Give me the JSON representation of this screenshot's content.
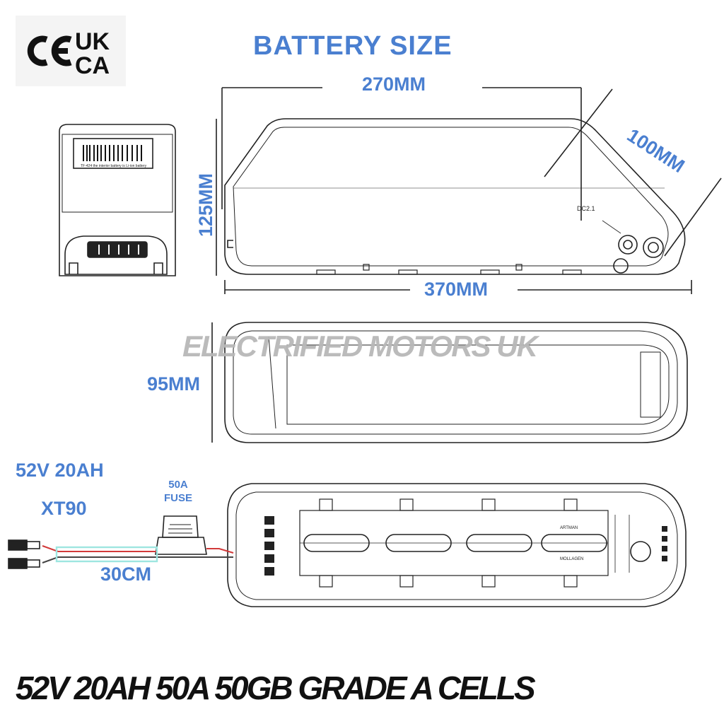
{
  "certifications": {
    "ce": "CE",
    "ukca_top": "UK",
    "ukca_bottom": "CA"
  },
  "title": "BATTERY SIZE",
  "dimensions": {
    "top_length": "270MM",
    "total_length": "370MM",
    "height": "125MM",
    "end_depth": "100MM",
    "width": "95MM"
  },
  "side_label": {
    "text": "DC2.1"
  },
  "label_plate": {
    "line": "TF-424 the interior battery is Li-ion battery"
  },
  "watermark": "ELECTRIFIED MOTORS UK",
  "specs": {
    "voltage_capacity": "52V 20AH",
    "connector": "XT90",
    "cable_length": "30CM",
    "fuse_line1": "50A",
    "fuse_line2": "FUSE"
  },
  "tray_marks": {
    "mark_a": "ARTMAN",
    "mark_b": "MOLLAGEN"
  },
  "footer": "52V 20AH 50A 50GB GRADE A CELLS",
  "colors": {
    "dimension_text": "#4a7fd0",
    "line": "#222222",
    "watermark": "#b8b8b8",
    "footer_text": "#111111",
    "wire_red": "#d23a3a",
    "wire_sleeve": "#9ee6e0"
  }
}
